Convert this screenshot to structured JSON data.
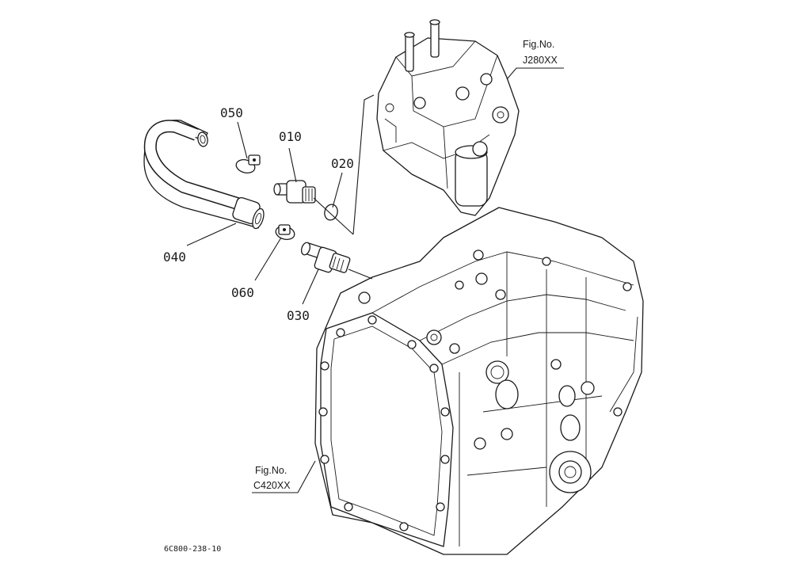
{
  "parts": [
    {
      "id": "p010",
      "label": "010"
    },
    {
      "id": "p020",
      "label": "020"
    },
    {
      "id": "p030",
      "label": "030"
    },
    {
      "id": "p040",
      "label": "040"
    },
    {
      "id": "p050",
      "label": "050"
    },
    {
      "id": "p060",
      "label": "060"
    }
  ],
  "figure_refs": [
    {
      "id": "valve",
      "line1": "Fig.No.",
      "line2": "J280XX"
    },
    {
      "id": "case",
      "line1": "Fig.No.",
      "line2": "C420XX"
    }
  ],
  "drawing_code": "6C800-238-10"
}
